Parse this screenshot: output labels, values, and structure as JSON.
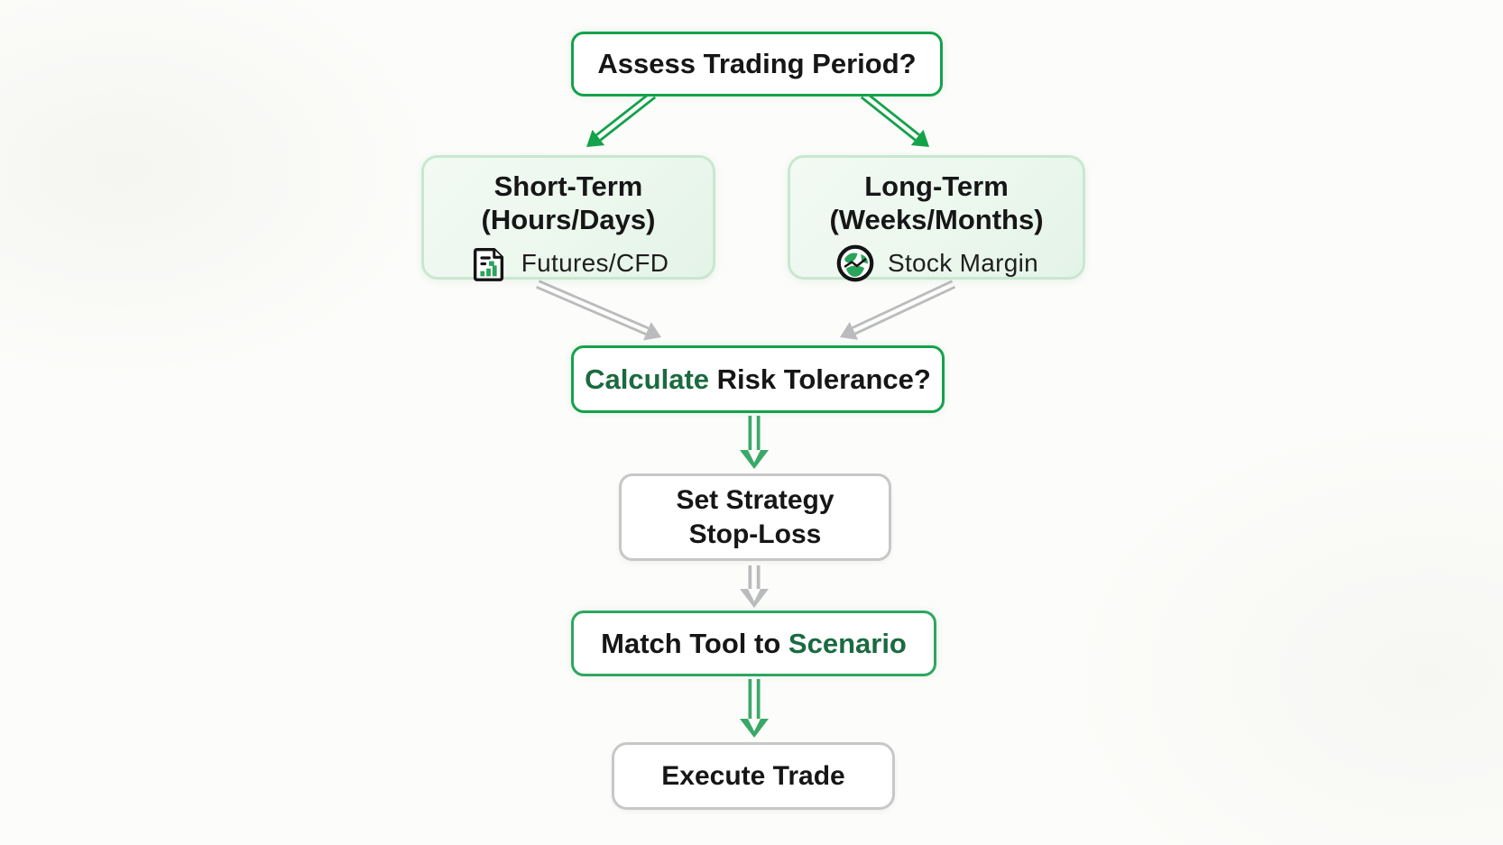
{
  "colors": {
    "green": "#14a24b",
    "green_soft": "#3aa868",
    "gray_arrow": "#b9bbbc",
    "green_dark_text": "#1b6a40",
    "branch_bg": "#eff8f0",
    "branch_border": "#c8e8cf",
    "gray_border": "#c6c8c8",
    "text_black": "#161617",
    "icon_green": "#2aa45c",
    "icon_black": "#141414",
    "background": "#fcfcfa"
  },
  "nodes": {
    "assess": {
      "label": "Assess Trading Period?"
    },
    "short_term": {
      "title": "Short-Term",
      "subtitle": "(Hours/Days)",
      "instrument": "Futures/CFD",
      "icon": "futures-document-chart-icon"
    },
    "long_term": {
      "title": "Long-Term",
      "subtitle": "(Weeks/Months)",
      "instrument": "Stock Margin",
      "icon": "stock-globe-chart-icon"
    },
    "calculate": {
      "accent": "Calculate",
      "rest": " Risk Tolerance?"
    },
    "set_strategy": {
      "line1": "Set Strategy",
      "line2": "Stop-Loss"
    },
    "match": {
      "main": "Match Tool to ",
      "accent": "Scenario"
    },
    "execute": {
      "label": "Execute Trade"
    }
  }
}
